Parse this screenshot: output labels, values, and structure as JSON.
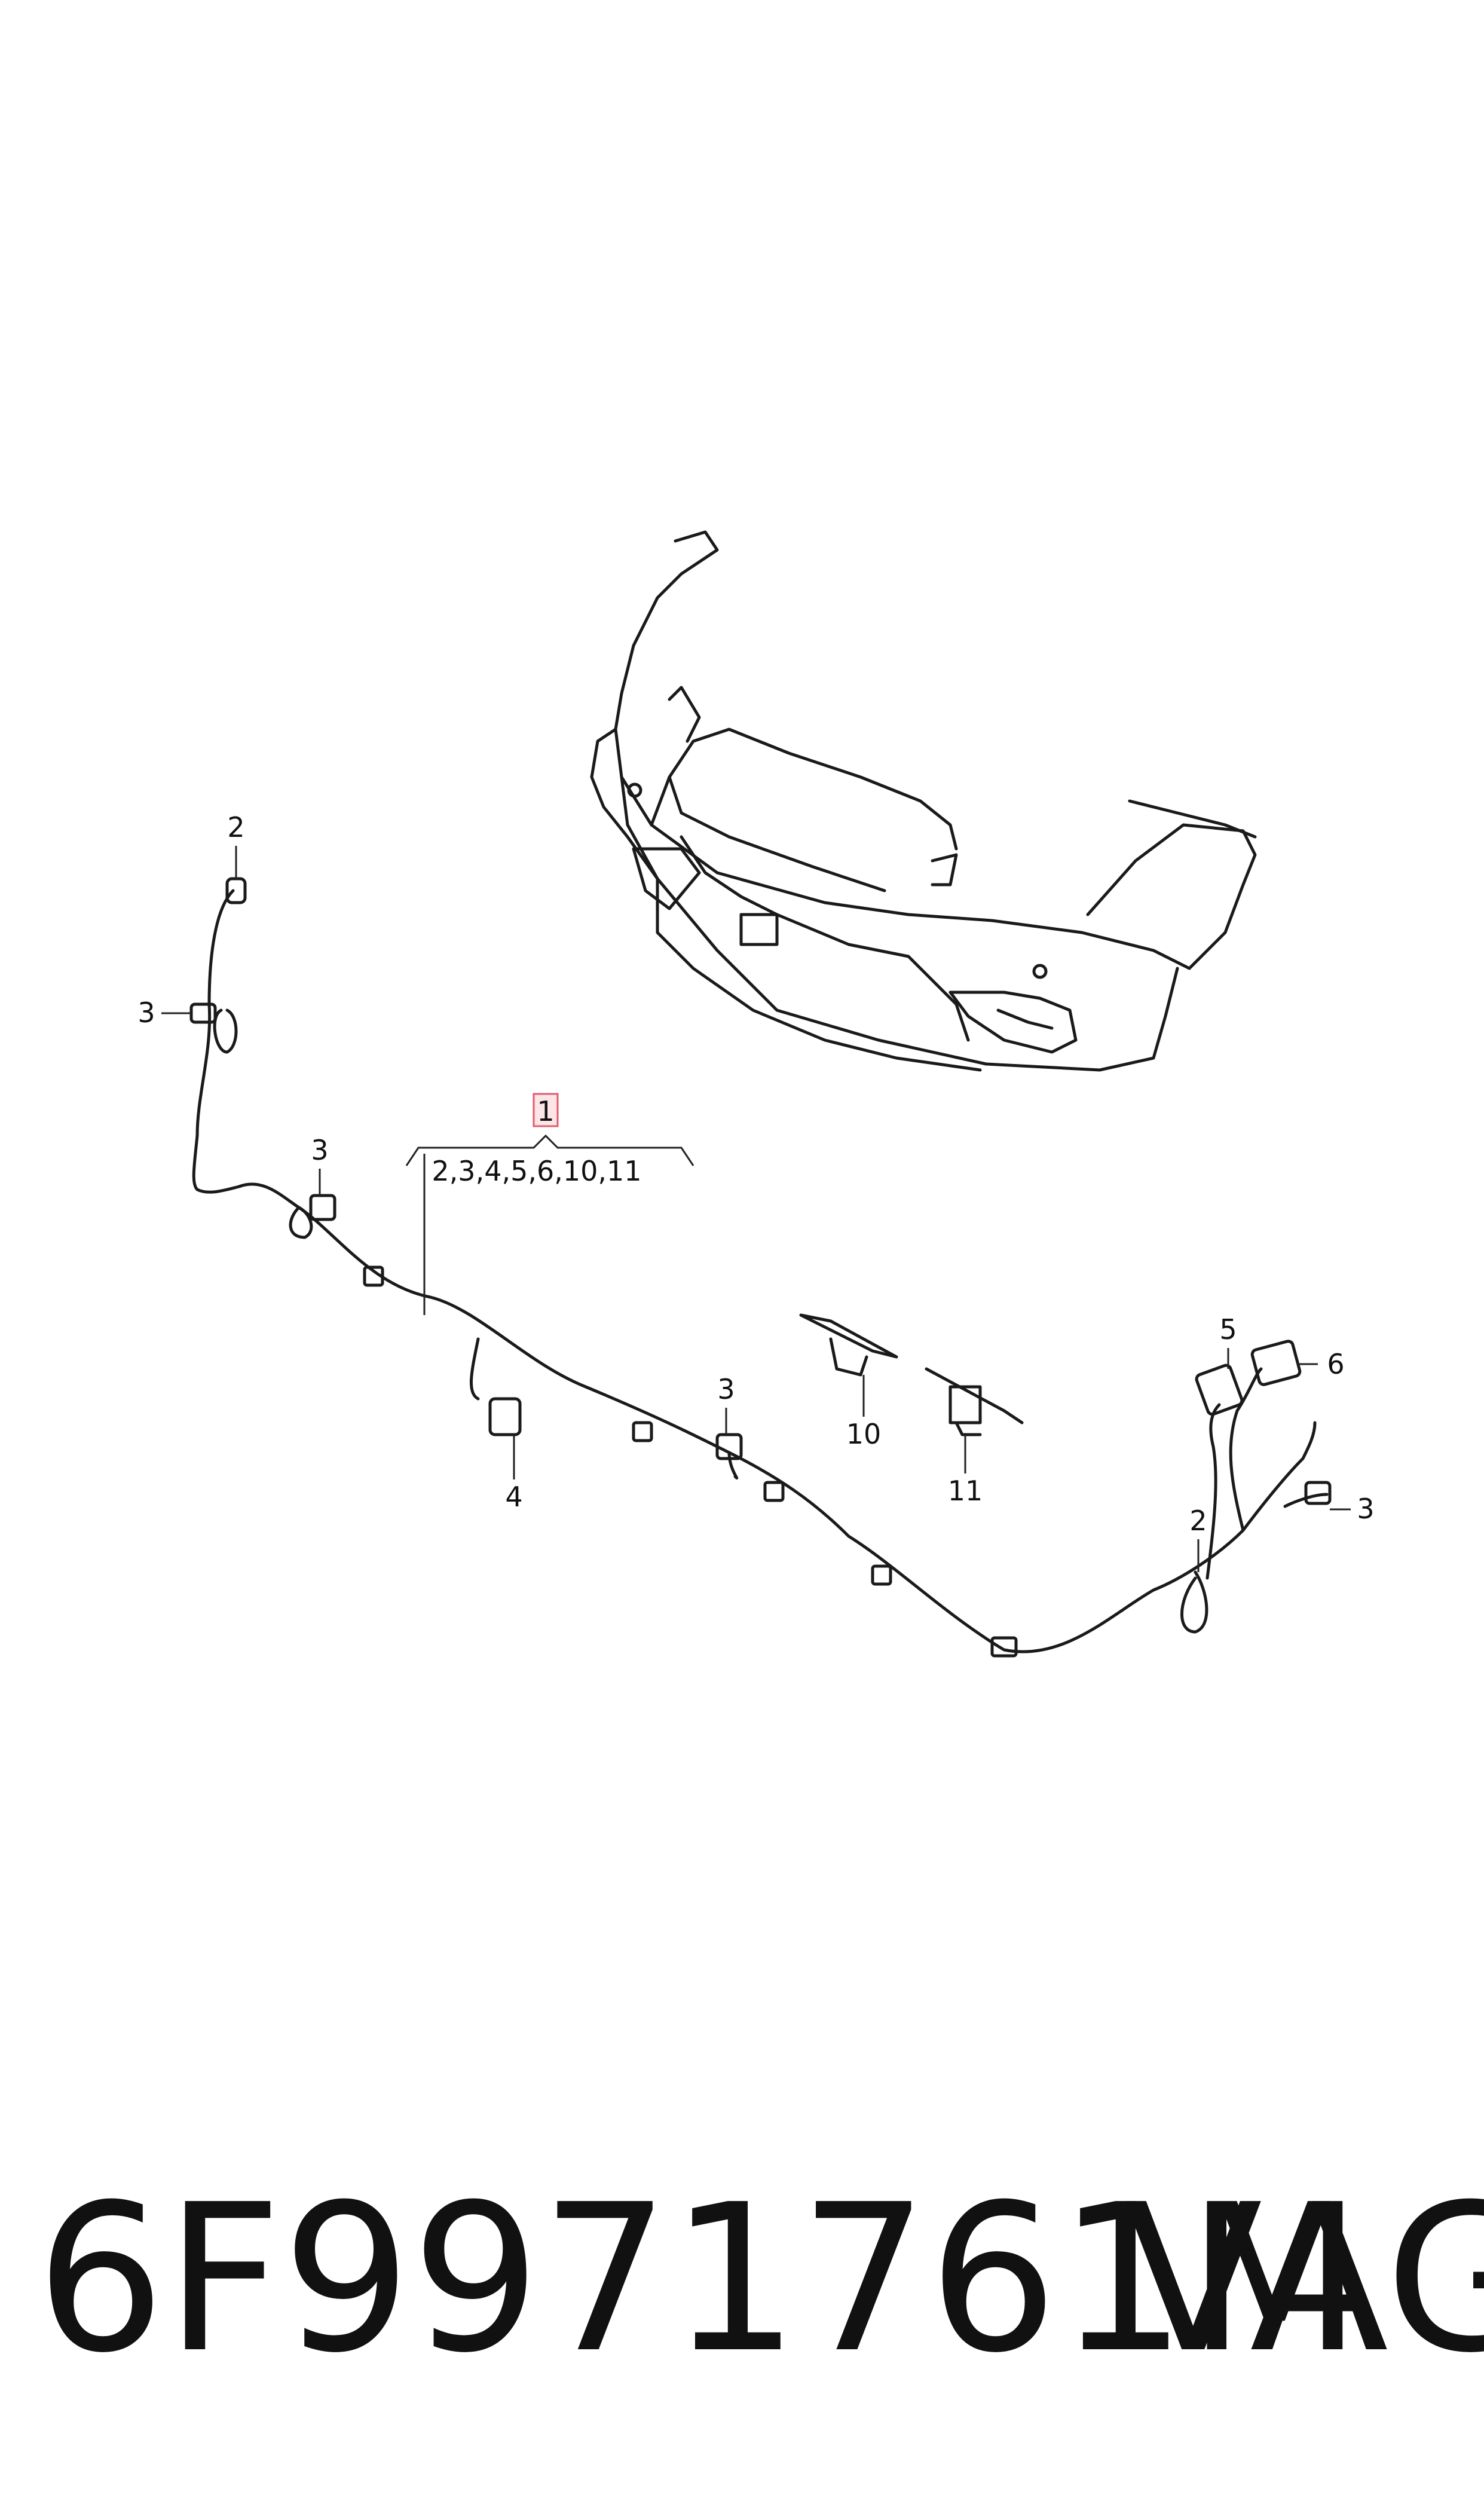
{
  "diagram": {
    "group_callout": {
      "main_number": "1",
      "includes": "2,3,4,5,6,10,11"
    },
    "callouts": [
      {
        "id": "c-2-left",
        "label": "2"
      },
      {
        "id": "c-3-left",
        "label": "3"
      },
      {
        "id": "c-3-upper",
        "label": "3"
      },
      {
        "id": "c-4",
        "label": "4"
      },
      {
        "id": "c-3-mid",
        "label": "3"
      },
      {
        "id": "c-10",
        "label": "10"
      },
      {
        "id": "c-11",
        "label": "11"
      },
      {
        "id": "c-5",
        "label": "5"
      },
      {
        "id": "c-6",
        "label": "6"
      },
      {
        "id": "c-2-right",
        "label": "2"
      },
      {
        "id": "c-3-right",
        "label": "3"
      }
    ],
    "highlight_color": "#e05c6c"
  },
  "footer": {
    "part_number": "6F9971761M",
    "brand": "VAG"
  }
}
